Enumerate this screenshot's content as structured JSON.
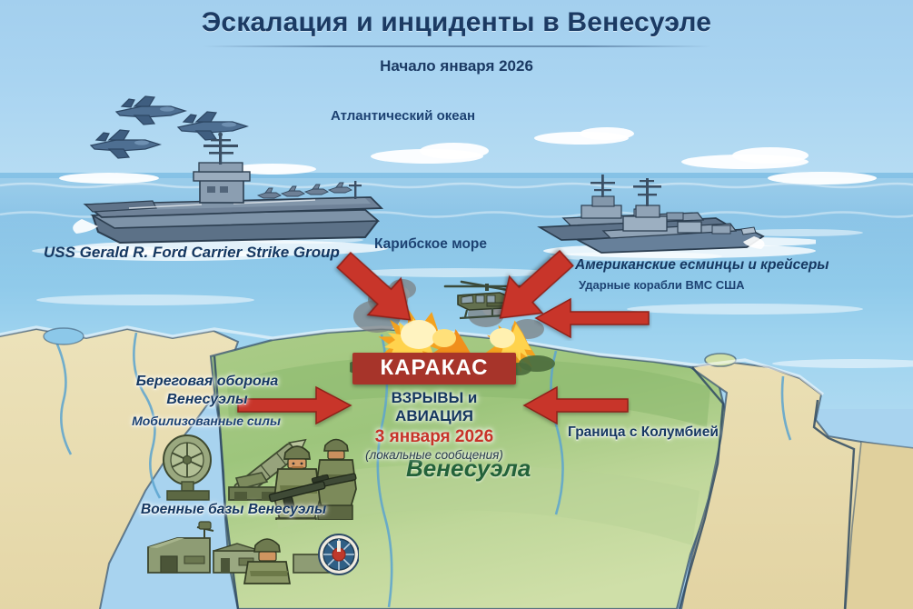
{
  "header": {
    "title": "Эскалация и инциденты в Венесуэле",
    "subtitle": "Начало января 2026"
  },
  "geography": {
    "atlantic_label": "Атлантический океан",
    "caribbean_label": "Карибское море",
    "country_label": "Венесуэла"
  },
  "naval": {
    "carrier_label": "USS Gerald R. Ford Carrier Strike Group",
    "destroyers_label": "Американские есминцы и крейсеры",
    "destroyers_sublabel": "Ударные корабли ВМС США"
  },
  "venezuela_forces": {
    "coastal_defense_label": "Береговая оборона\nВенесуэлы",
    "coastal_defense_line1": "Береговая оборона",
    "coastal_defense_line2": "Венесуэлы",
    "coastal_defense_sublabel": "Мобилизованные силы",
    "bases_label": "Военные базы Венесуэлы",
    "border_label": "Граница с Колумбией"
  },
  "incident_callout": {
    "city": "КАРАКАС",
    "event": "ВЗРЫВЫ и АВИАЦИЯ",
    "date": "3 января 2026",
    "source_note": "(локальные сообщения)"
  },
  "icons": {
    "jets": "fighter-jet-icon",
    "carrier": "aircraft-carrier-icon",
    "destroyer": "destroyer-ship-icon",
    "helicopter": "military-helicopter-icon",
    "explosion": "explosion-icon",
    "radar": "radar-dish-icon",
    "launcher": "missile-launcher-icon",
    "soldier": "soldier-icon",
    "base": "military-base-icon",
    "emblem": "radar-emblem-icon",
    "arrow": "red-arrow-icon"
  },
  "colors": {
    "sky": "#a5d0ef",
    "sea": "#86c2e6",
    "land_green": "#9cc47e",
    "land_sand": "#e8d9a8",
    "arrow_red": "#c8352a",
    "banner_red": "#a7342a",
    "title_blue": "#1b3a63",
    "country_green": "#23623a"
  }
}
